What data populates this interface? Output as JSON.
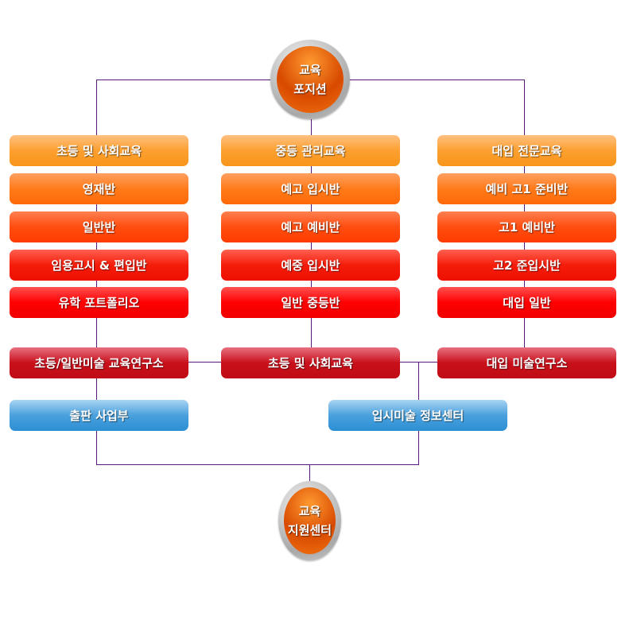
{
  "top_node": {
    "line1": "교육",
    "line2": "포지션"
  },
  "bottom_node": {
    "line1": "교육",
    "line2": "지원센터"
  },
  "columns": [
    {
      "items": [
        "초등 및 사회교육",
        "영재반",
        "일반반",
        "임용고시 & 편입반",
        "유학 포트폴리오"
      ]
    },
    {
      "items": [
        "중등 관리교육",
        "예고 입시반",
        "예고 예비반",
        "예중 입시반",
        "일반 중등반"
      ]
    },
    {
      "items": [
        "대입 전문교육",
        "예비 고1 준비반",
        "고1 예비반",
        "고2 준입시반",
        "대입 일반"
      ]
    }
  ],
  "institutes": [
    "초등/일반미술 교육연구소",
    "초등 및 사회교육",
    "대입 미술연구소"
  ],
  "support": [
    "출판 사업부",
    "입시미술 정보센터"
  ]
}
